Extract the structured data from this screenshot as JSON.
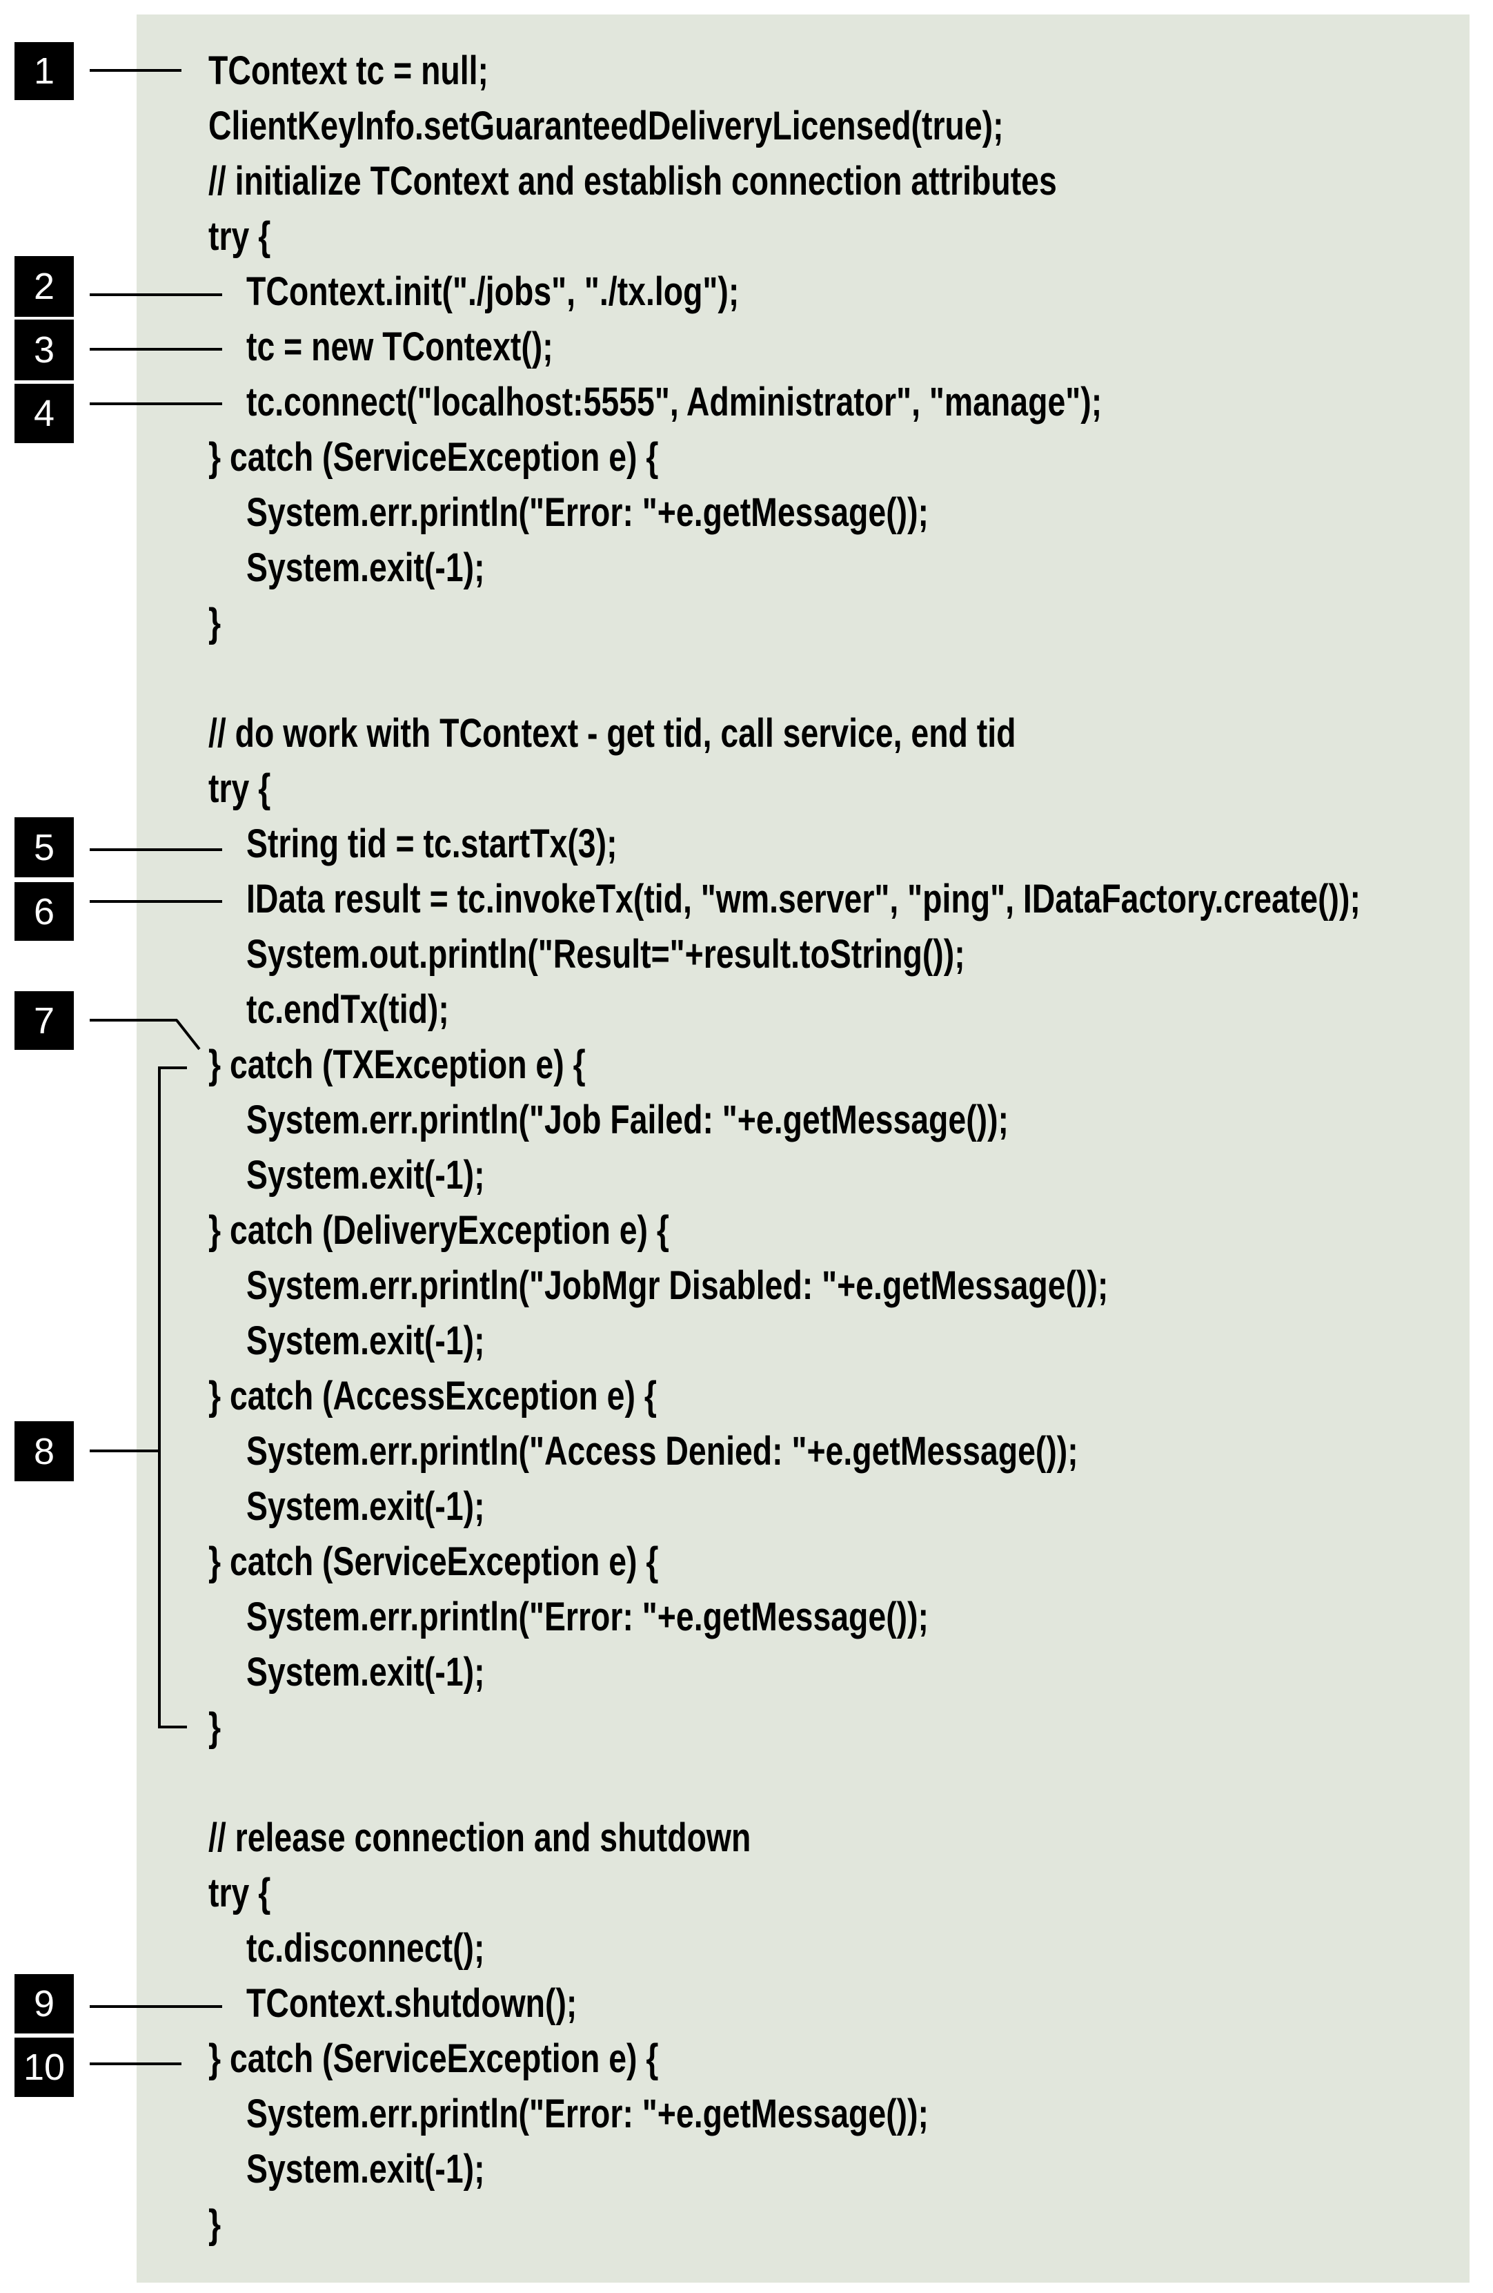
{
  "figure": {
    "code_lines": [
      {
        "text": "TContext tc = null;",
        "indent": 0
      },
      {
        "text": "ClientKeyInfo.setGuaranteedDeliveryLicensed(true);",
        "indent": 0
      },
      {
        "text": "// initialize TContext and establish connection attributes",
        "indent": 0
      },
      {
        "text": "try {",
        "indent": 0
      },
      {
        "text": "TContext.init(\"./jobs\", \"./tx.log\");",
        "indent": 1
      },
      {
        "text": "tc = new TContext();",
        "indent": 1
      },
      {
        "text": "tc.connect(\"localhost:5555\", Administrator\", \"manage\");",
        "indent": 1
      },
      {
        "text": "} catch (ServiceException e) {",
        "indent": 0
      },
      {
        "text": "System.err.println(\"Error: \"+e.getMessage());",
        "indent": 1
      },
      {
        "text": "System.exit(-1);",
        "indent": 1
      },
      {
        "text": "}",
        "indent": 0
      },
      {
        "text": "",
        "indent": 0
      },
      {
        "text": "// do work with TContext - get tid, call service, end tid",
        "indent": 0
      },
      {
        "text": "try {",
        "indent": 0
      },
      {
        "text": "String tid = tc.startTx(3);",
        "indent": 1
      },
      {
        "text": "IData result = tc.invokeTx(tid, \"wm.server\", \"ping\", IDataFactory.create());",
        "indent": 1
      },
      {
        "text": "System.out.println(\"Result=\"+result.toString());",
        "indent": 1
      },
      {
        "text": "tc.endTx(tid);",
        "indent": 1
      },
      {
        "text": "} catch (TXException e) {",
        "indent": 0
      },
      {
        "text": "System.err.println(\"Job Failed: \"+e.getMessage());",
        "indent": 1
      },
      {
        "text": "System.exit(-1);",
        "indent": 1
      },
      {
        "text": "} catch (DeliveryException e) {",
        "indent": 0
      },
      {
        "text": "System.err.println(\"JobMgr Disabled: \"+e.getMessage());",
        "indent": 1
      },
      {
        "text": "System.exit(-1);",
        "indent": 1
      },
      {
        "text": "} catch (AccessException e) {",
        "indent": 0
      },
      {
        "text": "System.err.println(\"Access Denied: \"+e.getMessage());",
        "indent": 1
      },
      {
        "text": "System.exit(-1);",
        "indent": 1
      },
      {
        "text": "} catch (ServiceException e) {",
        "indent": 0
      },
      {
        "text": "System.err.println(\"Error: \"+e.getMessage());",
        "indent": 1
      },
      {
        "text": "System.exit(-1);",
        "indent": 1
      },
      {
        "text": "}",
        "indent": 0
      },
      {
        "text": "",
        "indent": 0
      },
      {
        "text": "// release connection and shutdown",
        "indent": 0
      },
      {
        "text": "try {",
        "indent": 0
      },
      {
        "text": "tc.disconnect();",
        "indent": 1
      },
      {
        "text": "TContext.shutdown();",
        "indent": 1
      },
      {
        "text": "} catch (ServiceException e) {",
        "indent": 0
      },
      {
        "text": "System.err.println(\"Error: \"+e.getMessage());",
        "indent": 1
      },
      {
        "text": "System.exit(-1);",
        "indent": 1
      },
      {
        "text": "}",
        "indent": 0
      }
    ],
    "callouts": [
      {
        "label": "1",
        "target_line": 1
      },
      {
        "label": "2",
        "target_line": 5
      },
      {
        "label": "3",
        "target_line": 6
      },
      {
        "label": "4",
        "target_line": 7
      },
      {
        "label": "5",
        "target_line": 15
      },
      {
        "label": "6",
        "target_line": 16
      },
      {
        "label": "7",
        "target_line": 19
      },
      {
        "label": "8",
        "target_lines": [
          19,
          31
        ]
      },
      {
        "label": "9",
        "target_line": 36
      },
      {
        "label": "10",
        "target_line": 37
      }
    ],
    "colors": {
      "panel_background": "#e1e6dc",
      "badge_background": "#000000",
      "badge_text": "#ffffff",
      "code_text": "#000000"
    }
  }
}
